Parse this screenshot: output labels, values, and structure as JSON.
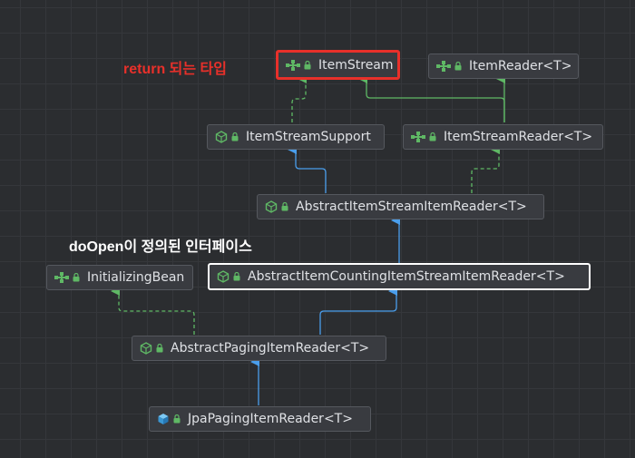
{
  "colors": {
    "background": "#2b2d30",
    "node_fill": "#393b40",
    "node_border": "#55585e",
    "node_text": "#dfe1e5",
    "extends_edge": "#4a9eec",
    "implements_edge": "#5fb865",
    "highlight_red": "#e8302a",
    "highlight_white": "#ffffff",
    "annotation_red": "#e8302a",
    "annotation_white": "#ffffff"
  },
  "annotations": {
    "return_type": "return 되는 타입",
    "do_open": "doOpen이 정의된 인터페이스"
  },
  "nodes": {
    "item_stream": {
      "label": "ItemStream",
      "kind": "interface"
    },
    "item_reader": {
      "label": "ItemReader<T>",
      "kind": "interface"
    },
    "item_stream_support": {
      "label": "ItemStreamSupport",
      "kind": "abstract-class"
    },
    "item_stream_reader": {
      "label": "ItemStreamReader<T>",
      "kind": "interface"
    },
    "abstract_item_stream_item_reader": {
      "label": "AbstractItemStreamItemReader<T>",
      "kind": "abstract-class"
    },
    "initializing_bean": {
      "label": "InitializingBean",
      "kind": "interface"
    },
    "abstract_item_counting_item_stream_item_reader": {
      "label": "AbstractItemCountingItemStreamItemReader<T>",
      "kind": "abstract-class"
    },
    "abstract_paging_item_reader": {
      "label": "AbstractPagingItemReader<T>",
      "kind": "abstract-class"
    },
    "jpa_paging_item_reader": {
      "label": "JpaPagingItemReader<T>",
      "kind": "class"
    }
  },
  "edges": [
    {
      "from": "item_stream_support",
      "to": "item_stream",
      "relation": "implements"
    },
    {
      "from": "item_stream_reader",
      "to": "item_stream",
      "relation": "extends-interface"
    },
    {
      "from": "item_stream_reader",
      "to": "item_reader",
      "relation": "extends-interface"
    },
    {
      "from": "abstract_item_stream_item_reader",
      "to": "item_stream_support",
      "relation": "extends"
    },
    {
      "from": "abstract_item_stream_item_reader",
      "to": "item_stream_reader",
      "relation": "implements"
    },
    {
      "from": "abstract_item_counting_item_stream_item_reader",
      "to": "abstract_item_stream_item_reader",
      "relation": "extends"
    },
    {
      "from": "abstract_paging_item_reader",
      "to": "abstract_item_counting_item_stream_item_reader",
      "relation": "extends"
    },
    {
      "from": "abstract_paging_item_reader",
      "to": "initializing_bean",
      "relation": "implements"
    },
    {
      "from": "jpa_paging_item_reader",
      "to": "abstract_paging_item_reader",
      "relation": "extends"
    }
  ]
}
